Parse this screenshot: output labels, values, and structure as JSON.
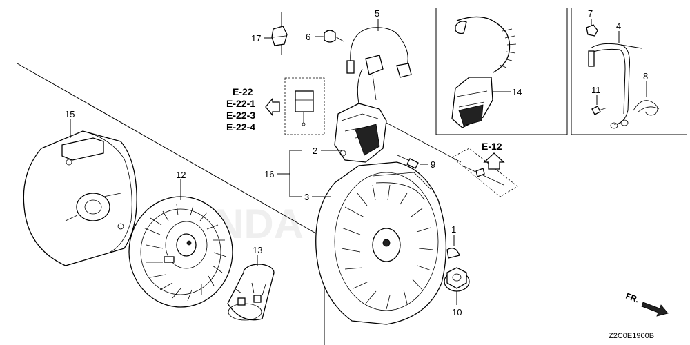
{
  "callouts": {
    "p1": "1",
    "p2": "2",
    "p3": "3",
    "p4": "4",
    "p5": "5",
    "p6": "6",
    "p7": "7",
    "p8": "8",
    "p9": "9",
    "p10": "10",
    "p11": "11",
    "p12": "12",
    "p13": "13",
    "p14": "14",
    "p15": "15",
    "p16": "16",
    "p17": "17"
  },
  "references": {
    "e22": "E-22",
    "e22_1": "E-22-1",
    "e22_3": "E-22-3",
    "e22_4": "E-22-4",
    "e12": "E-12"
  },
  "front_indicator": "FR.",
  "diagram_code": "Z2C0E1900B"
}
